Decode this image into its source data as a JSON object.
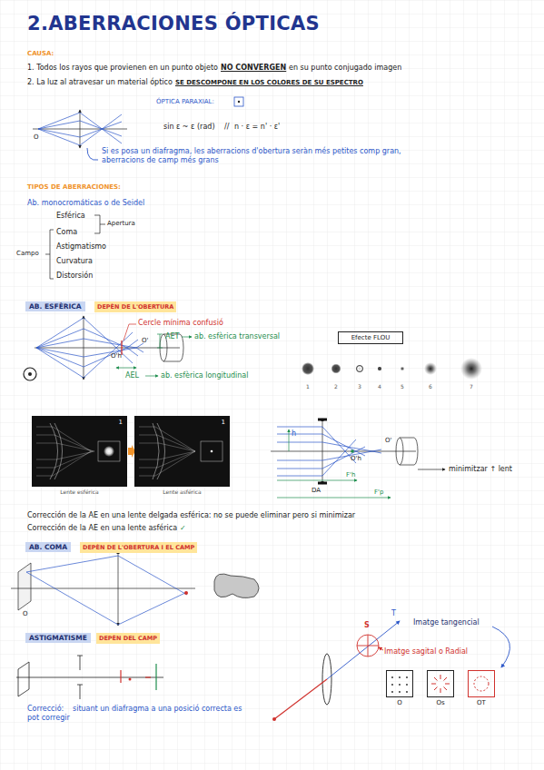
{
  "diagram": {
    "title": "2.ABERRACIONES ÓPTICAS",
    "nodes": [
      {
        "text": [
          "AB. ESFÈRICA"
        ]
      },
      {
        "text": [
          "DEPÈN DE L'OBERTURA"
        ]
      },
      {
        "text": [
          "Efecte FLOU"
        ]
      },
      {
        "text": [
          "1",
          "Lente esférica"
        ]
      },
      {
        "text": [
          "1",
          "Lente asférica"
        ]
      },
      {
        "text": [
          "AB. COMA"
        ]
      },
      {
        "text": [
          "DEPÈN DE L'OBERTURA I EL CAMP"
        ]
      },
      {
        "text": [
          "ASTIGMATISME"
        ]
      },
      {
        "text": [
          "DEPÈN DEL CAMP"
        ]
      },
      {
        "text": [
          "O"
        ]
      },
      {
        "text": [
          "Os"
        ]
      },
      {
        "text": [
          "OT"
        ]
      }
    ],
    "labels": [
      "CAUSA:",
      "1. Todos los rayos que provienen en un punto objeto",
      "NO CONVERGEN",
      "en su punto conjugado imagen",
      "2. La luz al atravesar un material óptico",
      "SE DESCOMPONE EN LOS COLORES DE SU ESPECTRO",
      "ÓPTICA PARAXIAL:",
      "sin ε ~ ε (rad)",
      "//",
      "n · ε = n' · ε'",
      "O",
      "Si es posa un diafragma, les aberracions d'obertura seràn més petites comp gran, aberracions de camp més grans",
      "TIPOS DE ABERRACIONES:",
      "Ab. monocromáticas o de Seidel",
      "Esférica",
      "Coma",
      "Astigmatismo",
      "Curvatura",
      "Distorsión",
      "Apertura",
      "Campo",
      "Cercle mínima confusió",
      "AET",
      "ab. esfèrica transversal",
      "O'",
      "O'h",
      "AEL",
      "ab. esfèrica longitudinal",
      "1",
      "2",
      "3",
      "4",
      "5",
      "6",
      "7",
      "h",
      "O'",
      "O'h",
      "DA",
      "F'h",
      "F'p",
      "minimitzar ↑ lent",
      "Corrección de la AE en una lente delgada esférica: no se puede eliminar pero si minimizar",
      "Corrección de la AE en una lente asférica",
      "✓",
      "O",
      "S",
      "T",
      "Imatge tangencial",
      "Imatge sagital o Radial",
      "Correcció:",
      "situant un diafragma a una posició correcta es pot corregir"
    ]
  }
}
